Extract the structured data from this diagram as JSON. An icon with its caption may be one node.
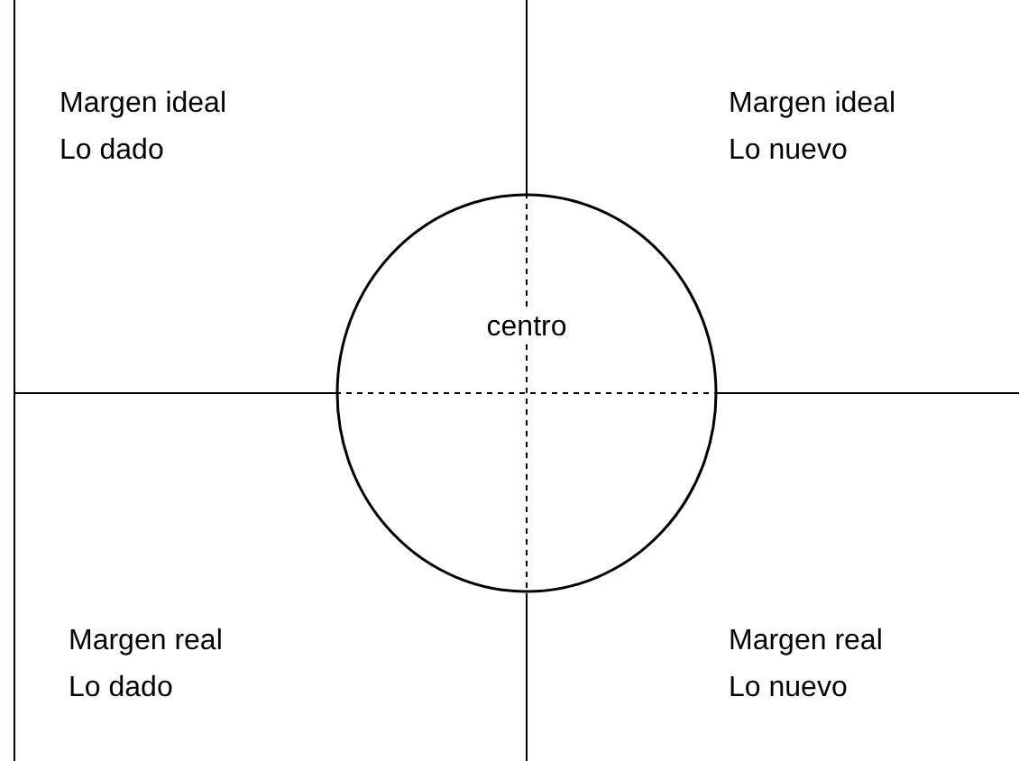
{
  "diagram": {
    "nodes": [
      {
        "text": [
          "centro"
        ]
      }
    ],
    "labels": [
      "Margen ideal",
      "Lo dado",
      "Margen ideal",
      "Lo nuevo",
      "Margen real",
      "Lo dado",
      "Margen real",
      "Lo nuevo"
    ]
  }
}
